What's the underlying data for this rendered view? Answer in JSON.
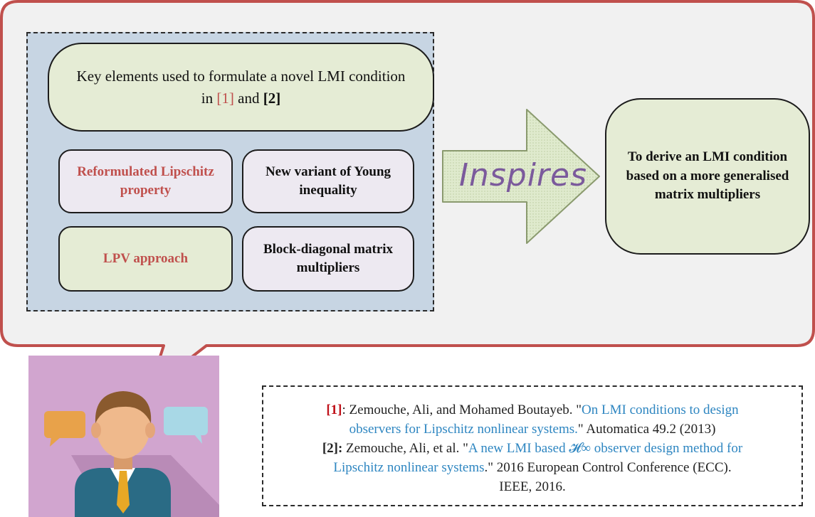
{
  "colors": {
    "callout_border": "#c0504d",
    "callout_fill": "#f1f1f1",
    "panel_fill": "#c7d5e3",
    "green_box": "#e5ecd5",
    "lavender_box": "#ede9f1",
    "red_text": "#c0504d",
    "arrow_fill": "#d9e6c6",
    "arrow_stroke": "#8a9a6e",
    "inspires_text": "#7b5a9c",
    "person_tile": "#d1a5cf",
    "link_blue": "#2e86c1"
  },
  "main_box": {
    "text_line1": "Key elements used to formulate a novel LMI condition",
    "text_line2_prefix": "in",
    "ref1": "[1]",
    "and": "and",
    "ref2": "[2]"
  },
  "elements": {
    "reformulated": "Reformulated Lipschitz property",
    "young": "New variant of Young inequality",
    "lpv": "LPV approach",
    "block_diag": "Block-diagonal matrix multipliers"
  },
  "arrow_label": "Inspires",
  "result_box": "To derive an LMI condition based on a more generalised matrix multipliers",
  "icons": {
    "person": "person-speaking-icon",
    "speech_left": "speech-bubble-orange-icon",
    "speech_right": "speech-bubble-blue-icon"
  },
  "references": {
    "r1": {
      "label": "[1]",
      "authors": ": Zemouche, Ali, and Mohamed Boutayeb. \"",
      "title_a": "On LMI conditions to design",
      "title_b": "observers for Lipschitz nonlinear systems.",
      "tail": "\" Automatica 49.2 (2013)"
    },
    "r2": {
      "label": "[2]:",
      "authors": " Zemouche, Ali, et al. \"",
      "title_a": "A new LMI based 𝓗∞ observer design method for",
      "title_b": "Lipschitz nonlinear systems",
      "tail": ".\" 2016 European Control Conference (ECC).",
      "tail2": "IEEE, 2016."
    }
  }
}
